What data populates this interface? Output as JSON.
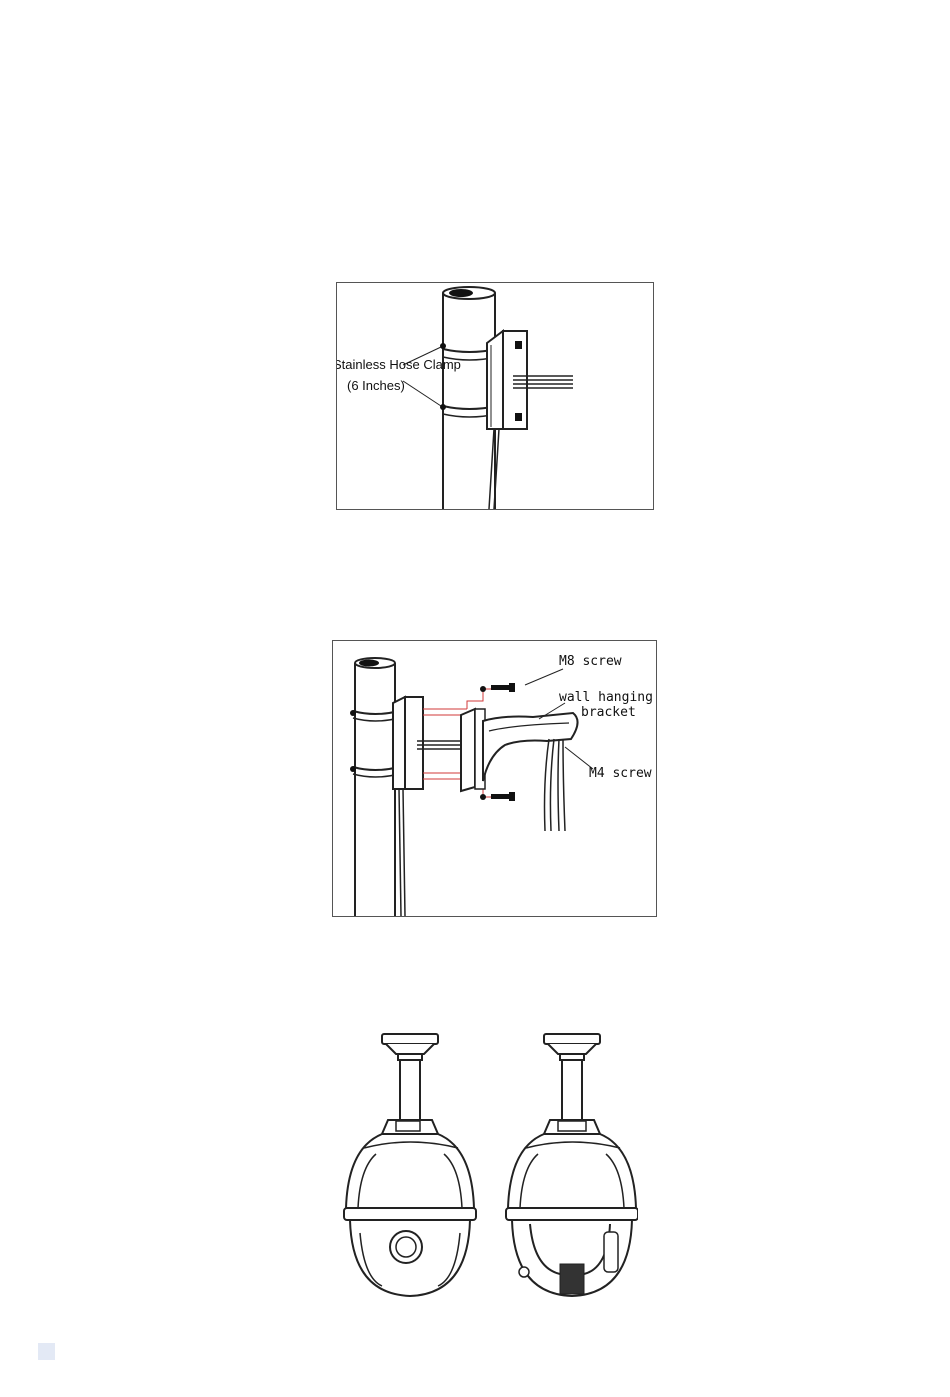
{
  "figure1": {
    "clamp_label_line1": "Stainless Hose Clamp",
    "clamp_label_line2": "(6 Inches)"
  },
  "figure2": {
    "m8_label": "M8 screw",
    "bracket_label_line1": "wall hanging",
    "bracket_label_line2": "bracket",
    "m4_label": "M4 screw"
  },
  "colors": {
    "line": "#222222",
    "guide": "#d23a3a",
    "frame": "#555555",
    "corner_mark": "#e3e9f5"
  }
}
